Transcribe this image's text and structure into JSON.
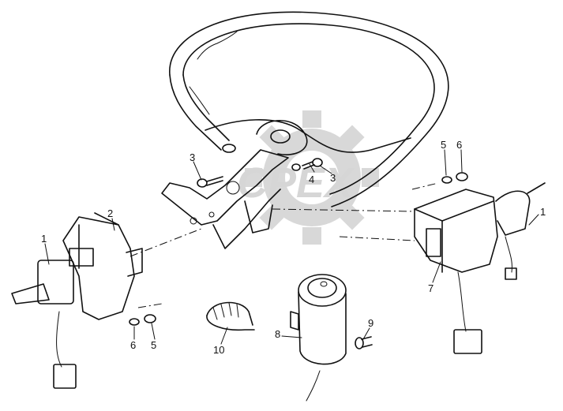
{
  "diagram": {
    "watermark_icon": "gear-icon",
    "callouts": [
      {
        "id": "c1-left",
        "text": "1"
      },
      {
        "id": "c2",
        "text": "2"
      },
      {
        "id": "c3-left",
        "text": "3"
      },
      {
        "id": "c3-right",
        "text": "3"
      },
      {
        "id": "c4",
        "text": "4"
      },
      {
        "id": "c5-top",
        "text": "5"
      },
      {
        "id": "c6-top",
        "text": "6"
      },
      {
        "id": "c1-right",
        "text": "1"
      },
      {
        "id": "c7",
        "text": "7"
      },
      {
        "id": "c6-bottom",
        "text": "6"
      },
      {
        "id": "c5-bottom",
        "text": "5"
      },
      {
        "id": "c10",
        "text": "10"
      },
      {
        "id": "c8",
        "text": "8"
      },
      {
        "id": "c9",
        "text": "9"
      }
    ]
  }
}
